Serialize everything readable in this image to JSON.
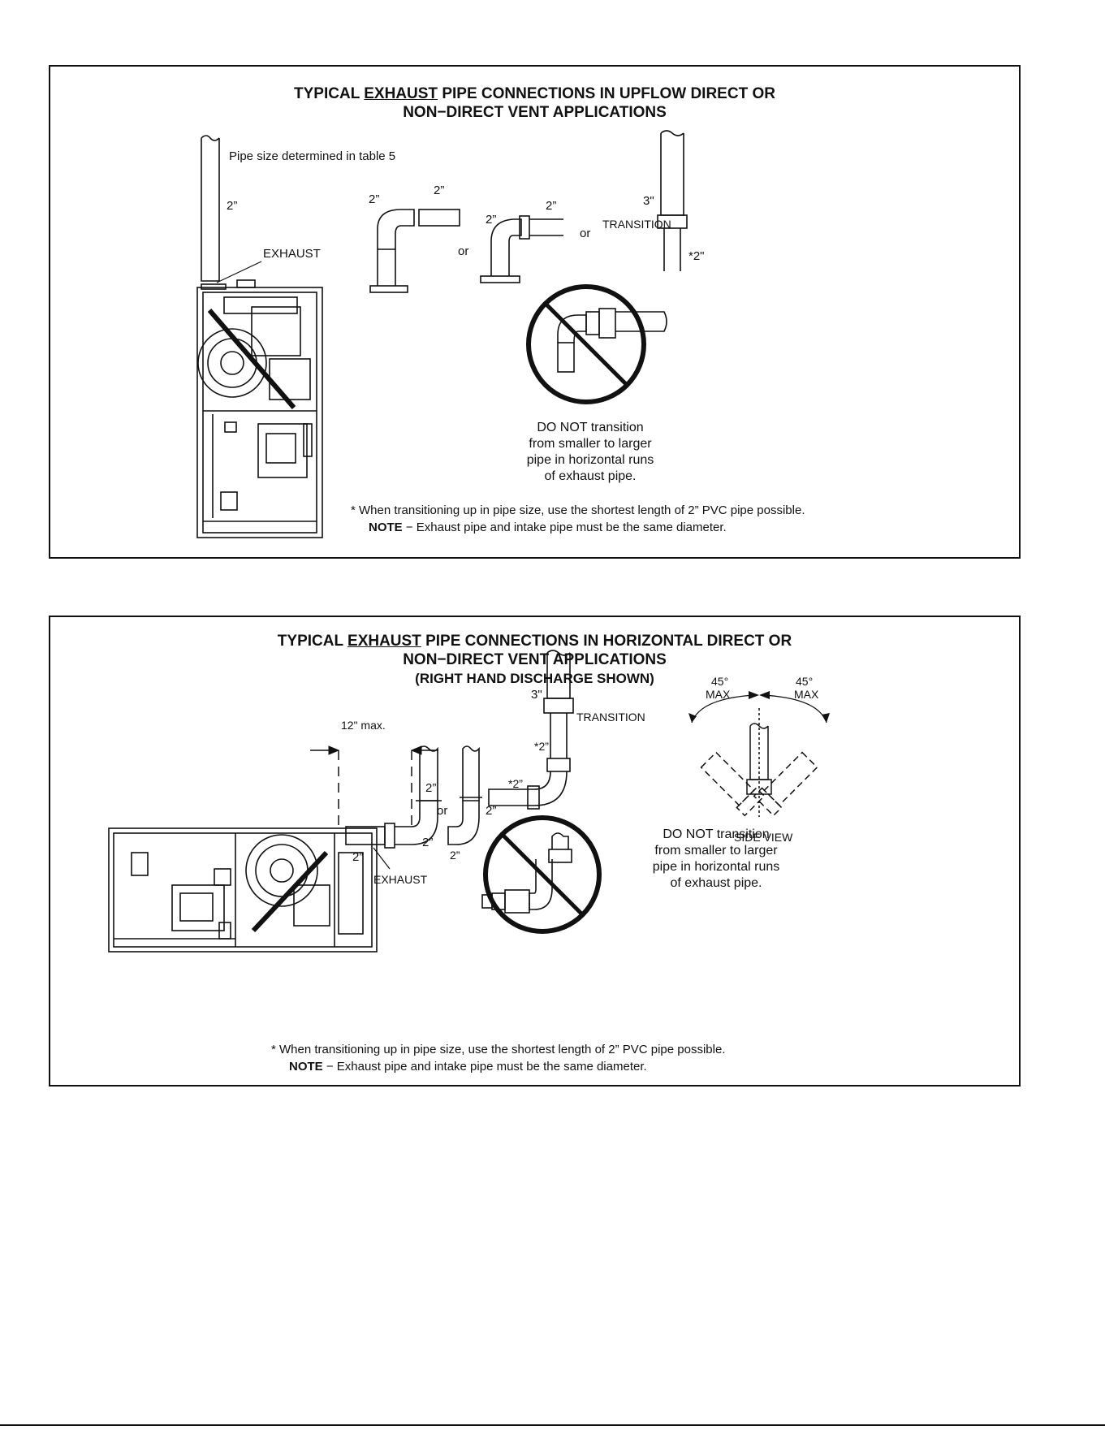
{
  "panel_upflow": {
    "title_prefix": "TYPICAL",
    "title_emph": "EXHAUST",
    "title_line1_rest": "PIPE CONNECTIONS IN UPFLOW DIRECT OR",
    "title_line2": "NON−DIRECT VENT APPLICATIONS",
    "pipe_size_note": "Pipe size determined in table 5",
    "labels": {
      "vertical_pipe": "2”",
      "exhaust": "EXHAUST",
      "elbow1_side": "2”",
      "elbow1_top": "2”",
      "or1": "or",
      "elbow2_side": "2”",
      "elbow2_top": "2”",
      "or2": "or",
      "transition_top": "3\"",
      "transition": "TRANSITION",
      "transition_bottom": "*2\""
    },
    "warning": [
      "DO NOT transition",
      "from smaller to larger",
      "pipe in horizontal runs",
      "of exhaust pipe."
    ],
    "footnote": "* When transitioning up in pipe size, use the shortest length of 2” PVC pipe possible.",
    "note_label": "NOTE",
    "note_text": " − Exhaust pipe and intake pipe must be the same diameter."
  },
  "panel_horizontal": {
    "title_prefix": "TYPICAL",
    "title_emph": "EXHAUST",
    "title_line1_rest": "PIPE CONNECTIONS IN HORIZONTAL DIRECT OR",
    "title_line2": "NON−DIRECT VENT APPLICATIONS",
    "title_line3": "(RIGHT HAND DISCHARGE SHOWN)",
    "labels": {
      "max_12": "12\" max.",
      "stub": "2”",
      "exhaust": "EXHAUST",
      "elbow1_top": "2”",
      "elbow1_side": "2”",
      "or": "or",
      "elbow2_side": "2”",
      "elbow2_bottom": "2”",
      "transition_top": "3\"",
      "transition": "TRANSITION",
      "transition_mid": "*2”",
      "transition_bottom": "*2”",
      "angle_left": "45°",
      "max_left": "MAX",
      "angle_right": "45°",
      "max_right": "MAX",
      "side_view": "SIDE VIEW"
    },
    "warning": [
      "DO NOT transition",
      "from smaller to larger",
      "pipe in horizontal runs",
      "of exhaust pipe."
    ],
    "footnote": "* When transitioning up in pipe size, use the shortest length of 2” PVC pipe possible.",
    "note_label": "NOTE",
    "note_text": " − Exhaust pipe and intake pipe must be the same diameter."
  }
}
